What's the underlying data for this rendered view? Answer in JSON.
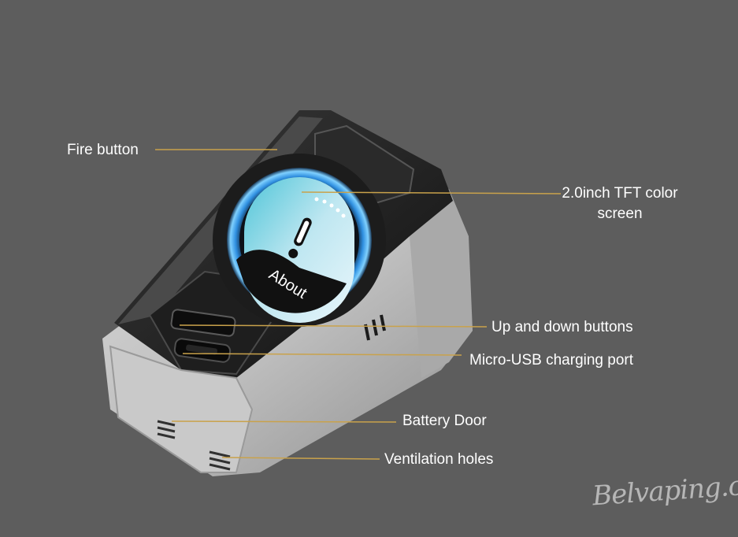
{
  "labels": {
    "fire_button": "Fire button",
    "screen": "2.0inch TFT color screen",
    "up_down": "Up and down buttons",
    "usb": "Micro-USB charging port",
    "battery_door": "Battery Door",
    "vent": "Ventilation holes"
  },
  "screen_text": "About",
  "watermark": "Belvaping.com",
  "colors": {
    "background": "#5d5d5d",
    "leader": "#c9a24b",
    "screen_ring": "#2f8fe0"
  }
}
